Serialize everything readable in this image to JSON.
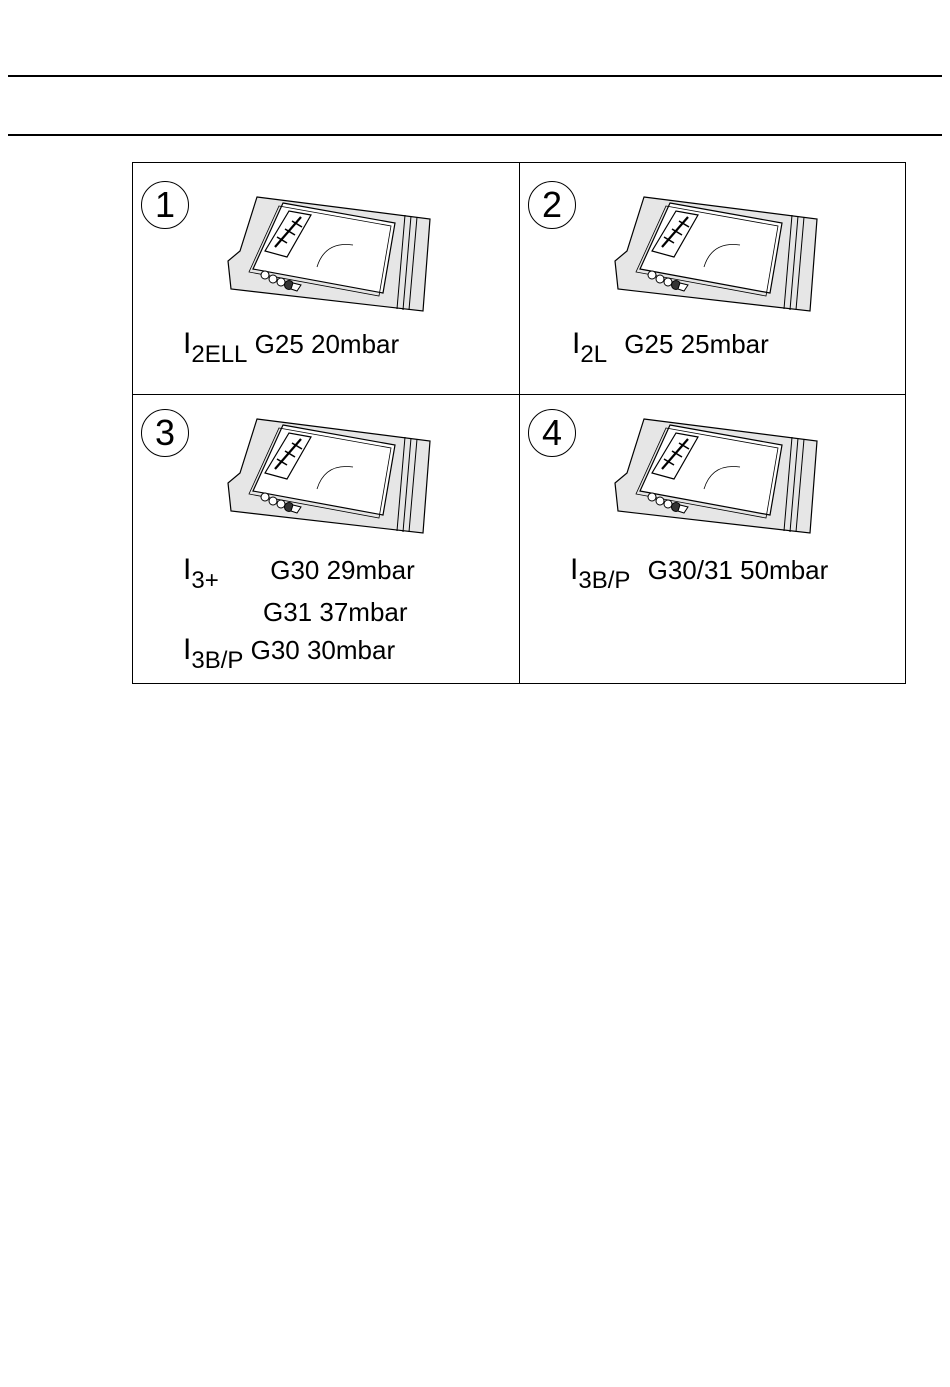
{
  "cells": [
    {
      "number": "1",
      "lines": [
        {
          "cat_main": "I",
          "cat_sub": "2ELL",
          "gas": "G25 20mbar"
        }
      ]
    },
    {
      "number": "2",
      "lines": [
        {
          "cat_main": "I",
          "cat_sub": "2L",
          "gas": "G25 25mbar"
        }
      ]
    },
    {
      "number": "3",
      "lines": [
        {
          "cat_main": "I",
          "cat_sub": "3+",
          "gas": "G30 29mbar"
        },
        {
          "cat_main": "",
          "cat_sub": "",
          "gas": "G31 37mbar"
        },
        {
          "cat_main": "I",
          "cat_sub": "3B/P",
          "gas": "G30 30mbar"
        }
      ]
    },
    {
      "number": "4",
      "lines": [
        {
          "cat_main": "I",
          "cat_sub": "3B/P",
          "gas": "G30/31 50mbar"
        }
      ]
    }
  ]
}
